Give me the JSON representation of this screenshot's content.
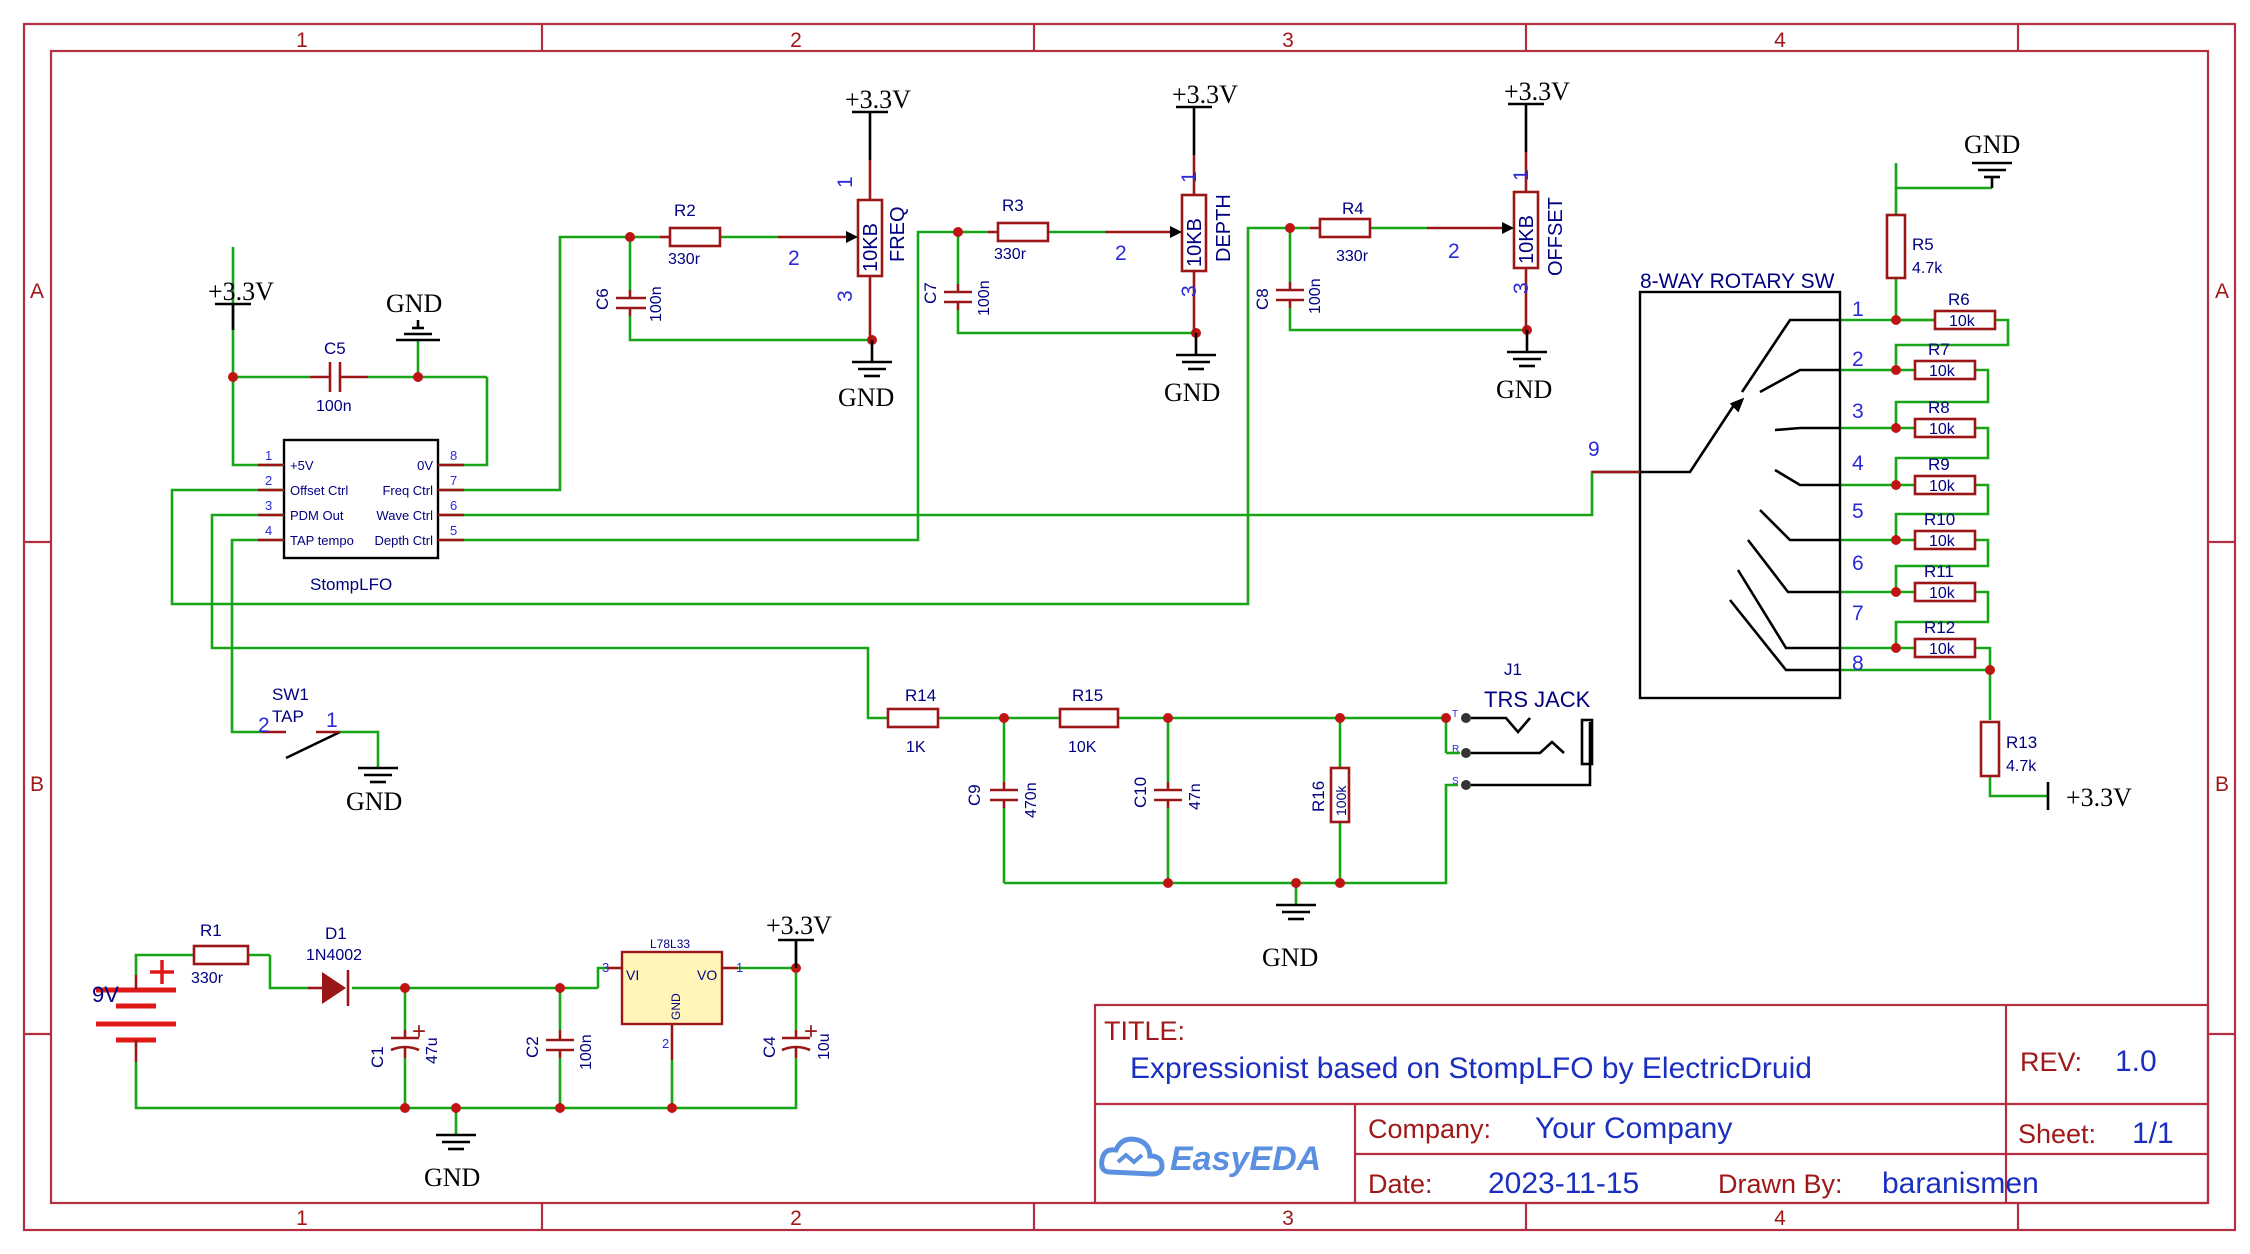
{
  "colors": {
    "frame": "#b22e40",
    "wire": "#17a517",
    "pin": "#9b1616",
    "text": "#000080",
    "pin_num": "#2a2ad8",
    "junction": "#c01414",
    "logo": "#5b8fe0"
  },
  "grid": {
    "cols": [
      "1",
      "2",
      "3",
      "4"
    ],
    "rows": [
      "A",
      "B"
    ]
  },
  "nets": {
    "v33": "+3.3V",
    "gnd": "GND",
    "v9": "9V"
  },
  "pins": {
    "p1": "1",
    "p2": "2",
    "p3": "3",
    "p4": "4",
    "p5": "5",
    "p6": "6",
    "p7": "7",
    "p8": "8",
    "p9": "9"
  },
  "stomplfo": {
    "name": "StompLFO",
    "left_pins": [
      "+5V",
      "Offset Ctrl",
      "PDM Out",
      "TAP tempo"
    ],
    "right_pins": [
      "0V",
      "Freq Ctrl",
      "Wave Ctrl",
      "Depth Ctrl"
    ]
  },
  "components": {
    "c5": {
      "des": "C5",
      "val": "100n"
    },
    "c6": {
      "des": "C6",
      "val": "100n"
    },
    "c7": {
      "des": "C7",
      "val": "100n"
    },
    "c8": {
      "des": "C8",
      "val": "100n"
    },
    "c9": {
      "des": "C9",
      "val": "470n"
    },
    "c10": {
      "des": "C10",
      "val": "47n"
    },
    "c1": {
      "des": "C1",
      "val": "47u"
    },
    "c2": {
      "des": "C2",
      "val": "100n"
    },
    "c4": {
      "des": "C4",
      "val": "10u"
    },
    "r1": {
      "des": "R1",
      "val": "330r"
    },
    "r2": {
      "des": "R2",
      "val": "330r"
    },
    "r3": {
      "des": "R3",
      "val": "330r"
    },
    "r4": {
      "des": "R4",
      "val": "330r"
    },
    "r5": {
      "des": "R5",
      "val": "4.7k"
    },
    "r13": {
      "des": "R13",
      "val": "4.7k"
    },
    "r14": {
      "des": "R14",
      "val": "1K"
    },
    "r15": {
      "des": "R15",
      "val": "10K"
    },
    "r16": {
      "des": "R16",
      "val": "100k"
    },
    "ladder": [
      {
        "des": "R6",
        "val": "10k"
      },
      {
        "des": "R7",
        "val": "10k"
      },
      {
        "des": "R8",
        "val": "10k"
      },
      {
        "des": "R9",
        "val": "10k"
      },
      {
        "des": "R10",
        "val": "10k"
      },
      {
        "des": "R11",
        "val": "10k"
      },
      {
        "des": "R12",
        "val": "10k"
      }
    ],
    "pots": [
      {
        "val": "10KB",
        "name": "FREQ"
      },
      {
        "val": "10KB",
        "name": "DEPTH"
      },
      {
        "val": "10KB",
        "name": "OFFSET"
      }
    ],
    "d1": {
      "des": "D1",
      "val": "1N4002"
    },
    "u1": {
      "val": "L78L33",
      "vi": "VI",
      "vo": "VO",
      "gnd": "GND"
    },
    "sw1": {
      "des": "SW1",
      "val": "TAP"
    },
    "j1": {
      "des": "J1",
      "val": "TRS JACK",
      "t": "T",
      "r": "R",
      "s": "S"
    },
    "rotary": {
      "name": "8-WAY ROTARY SW"
    }
  },
  "title_block": {
    "title_label": "TITLE:",
    "title": "Expressionist based on StompLFO by ElectricDruid",
    "rev_label": "REV:",
    "rev": "1.0",
    "company_label": "Company:",
    "company": "Your Company",
    "sheet_label": "Sheet:",
    "sheet": "1/1",
    "date_label": "Date:",
    "date": "2023-11-15",
    "drawn_label": "Drawn By:",
    "drawn_by": "baranismen",
    "logo": "EasyEDA"
  }
}
